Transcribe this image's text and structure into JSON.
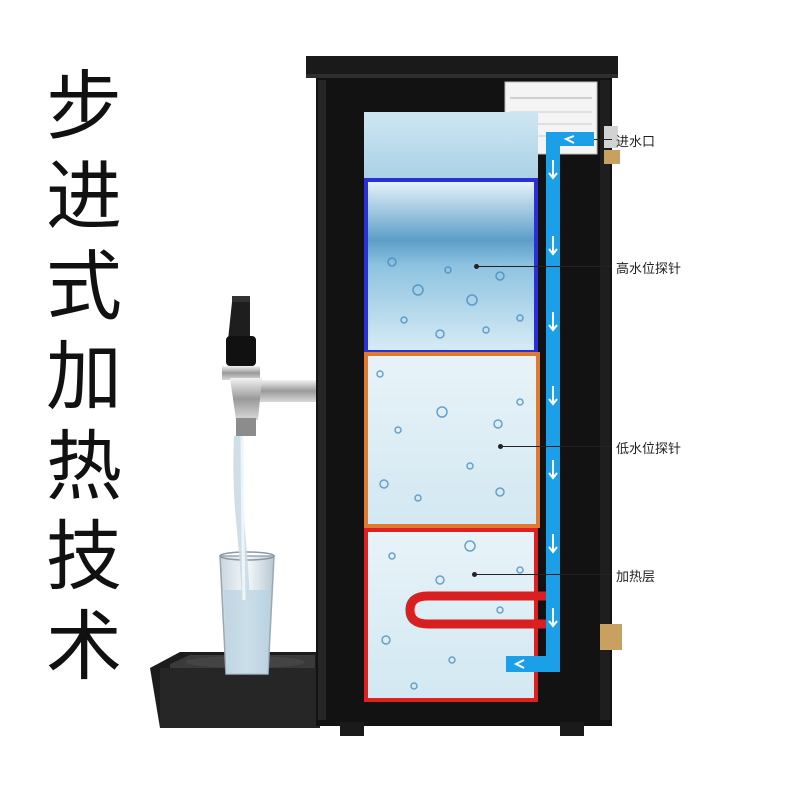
{
  "title": [
    "步",
    "进",
    "式",
    "加",
    "热",
    "技",
    "术"
  ],
  "labels": {
    "water_inlet": "进水口",
    "high_probe": "高水位探针",
    "low_probe": "低水位探针",
    "heating_layer": "加热层"
  },
  "colors": {
    "high_box": "#2a2fd6",
    "low_box": "#e07a30",
    "heat_box": "#e02020",
    "flow_arrow": "#1a9fe8",
    "heater": "#d82020",
    "body": "#111111"
  }
}
